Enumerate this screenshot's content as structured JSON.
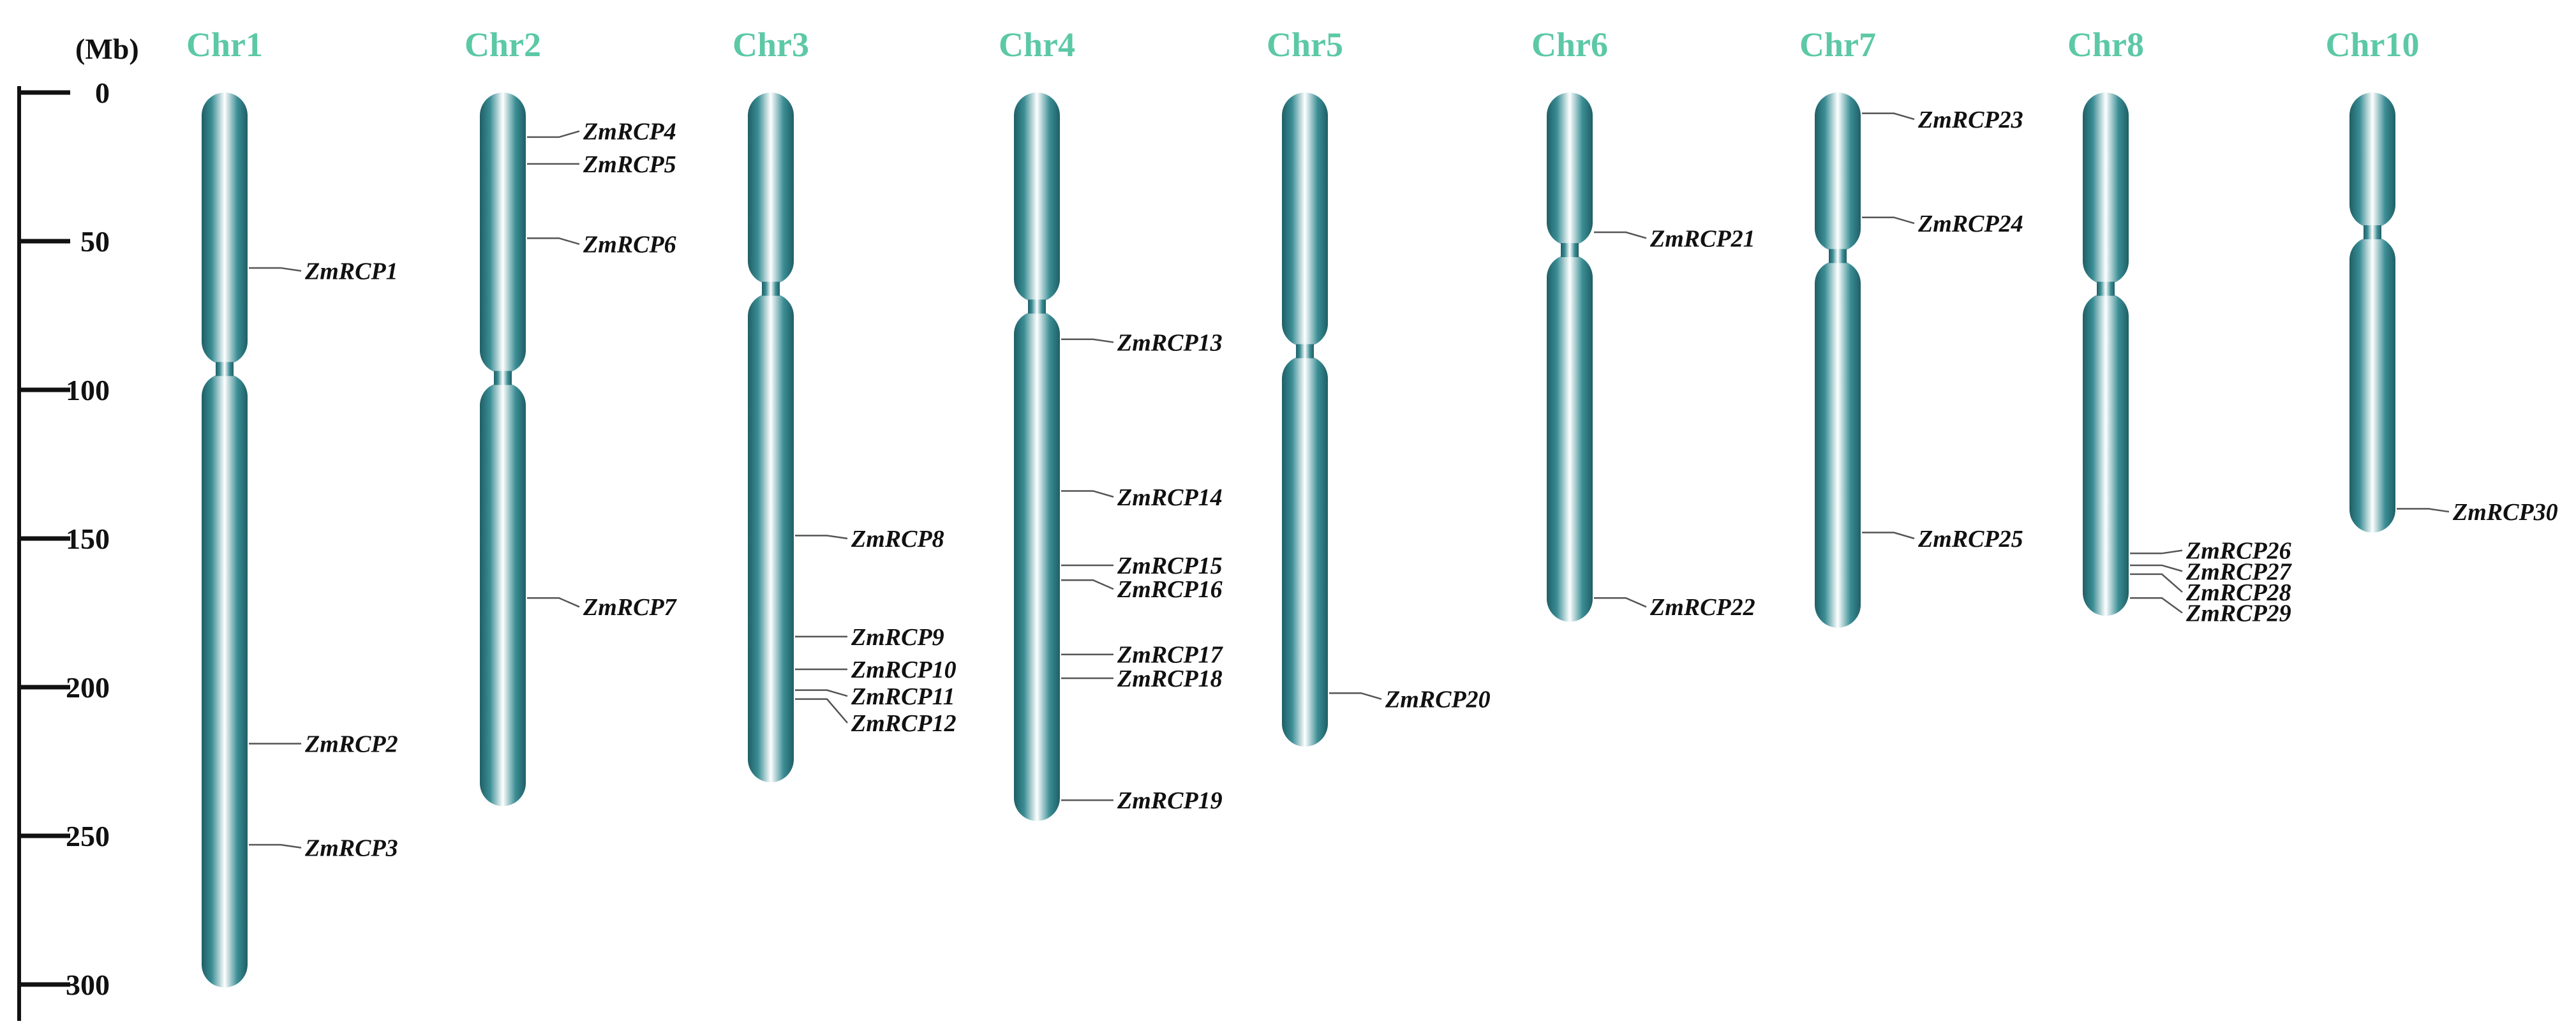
{
  "axis": {
    "unit": "(Mb)",
    "ticks": [
      "0",
      "50",
      "100",
      "150",
      "200",
      "250",
      "300"
    ],
    "tick_values": [
      0,
      50,
      100,
      150,
      200,
      250,
      300
    ]
  },
  "colors": {
    "chromosome_title": "#5cc8a6",
    "chromosome_body_dark": "#1f5e66",
    "chromosome_body_light": "#ffffff",
    "axis": "#111111",
    "gene_line": "#555555"
  },
  "chart_data": {
    "type": "chromosome-map",
    "y_unit": "Mb",
    "ylim": [
      0,
      310
    ],
    "chromosomes": [
      {
        "name": "Chr1",
        "length": 301,
        "centromere": 93
      },
      {
        "name": "Chr2",
        "length": 240,
        "centromere": 96
      },
      {
        "name": "Chr3",
        "length": 232,
        "centromere": 66
      },
      {
        "name": "Chr4",
        "length": 245,
        "centromere": 72
      },
      {
        "name": "Chr5",
        "length": 220,
        "centromere": 87
      },
      {
        "name": "Chr6",
        "length": 178,
        "centromere": 53
      },
      {
        "name": "Chr7",
        "length": 180,
        "centromere": 55
      },
      {
        "name": "Chr8",
        "length": 176,
        "centromere": 66
      },
      {
        "name": "Chr10",
        "length": 148,
        "centromere": 47
      }
    ],
    "genes": [
      {
        "name": "ZmRCP1",
        "chr": "Chr1",
        "position": 59,
        "label_pos": 60
      },
      {
        "name": "ZmRCP2",
        "chr": "Chr1",
        "position": 219,
        "label_pos": 219
      },
      {
        "name": "ZmRCP3",
        "chr": "Chr1",
        "position": 253,
        "label_pos": 254
      },
      {
        "name": "ZmRCP4",
        "chr": "Chr2",
        "position": 15,
        "label_pos": 13
      },
      {
        "name": "ZmRCP5",
        "chr": "Chr2",
        "position": 24,
        "label_pos": 24
      },
      {
        "name": "ZmRCP6",
        "chr": "Chr2",
        "position": 49,
        "label_pos": 51
      },
      {
        "name": "ZmRCP7",
        "chr": "Chr2",
        "position": 170,
        "label_pos": 173
      },
      {
        "name": "ZmRCP8",
        "chr": "Chr3",
        "position": 149,
        "label_pos": 150
      },
      {
        "name": "ZmRCP9",
        "chr": "Chr3",
        "position": 183,
        "label_pos": 183
      },
      {
        "name": "ZmRCP10",
        "chr": "Chr3",
        "position": 194,
        "label_pos": 194
      },
      {
        "name": "ZmRCP11",
        "chr": "Chr3",
        "position": 201,
        "label_pos": 203
      },
      {
        "name": "ZmRCP12",
        "chr": "Chr3",
        "position": 204,
        "label_pos": 212
      },
      {
        "name": "ZmRCP13",
        "chr": "Chr4",
        "position": 83,
        "label_pos": 84
      },
      {
        "name": "ZmRCP14",
        "chr": "Chr4",
        "position": 134,
        "label_pos": 136
      },
      {
        "name": "ZmRCP15",
        "chr": "Chr4",
        "position": 159,
        "label_pos": 159
      },
      {
        "name": "ZmRCP16",
        "chr": "Chr4",
        "position": 164,
        "label_pos": 167
      },
      {
        "name": "ZmRCP17",
        "chr": "Chr4",
        "position": 189,
        "label_pos": 189
      },
      {
        "name": "ZmRCP18",
        "chr": "Chr4",
        "position": 197,
        "label_pos": 197
      },
      {
        "name": "ZmRCP19",
        "chr": "Chr4",
        "position": 238,
        "label_pos": 238
      },
      {
        "name": "ZmRCP20",
        "chr": "Chr5",
        "position": 202,
        "label_pos": 204
      },
      {
        "name": "ZmRCP21",
        "chr": "Chr6",
        "position": 47,
        "label_pos": 49
      },
      {
        "name": "ZmRCP22",
        "chr": "Chr6",
        "position": 170,
        "label_pos": 173
      },
      {
        "name": "ZmRCP23",
        "chr": "Chr7",
        "position": 7,
        "label_pos": 9
      },
      {
        "name": "ZmRCP24",
        "chr": "Chr7",
        "position": 42,
        "label_pos": 44
      },
      {
        "name": "ZmRCP25",
        "chr": "Chr7",
        "position": 148,
        "label_pos": 150
      },
      {
        "name": "ZmRCP26",
        "chr": "Chr8",
        "position": 155,
        "label_pos": 154
      },
      {
        "name": "ZmRCP27",
        "chr": "Chr8",
        "position": 159,
        "label_pos": 161
      },
      {
        "name": "ZmRCP28",
        "chr": "Chr8",
        "position": 162,
        "label_pos": 168
      },
      {
        "name": "ZmRCP29",
        "chr": "Chr8",
        "position": 170,
        "label_pos": 175
      },
      {
        "name": "ZmRCP30",
        "chr": "Chr10",
        "position": 140,
        "label_pos": 141
      }
    ]
  }
}
